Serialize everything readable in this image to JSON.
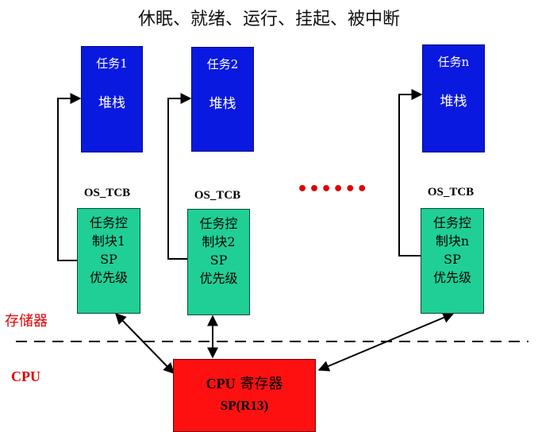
{
  "title": "休眠、就绪、运行、挂起、被中断",
  "tasks": [
    {
      "name": "任务1",
      "stack": "堆栈"
    },
    {
      "name": "任务2",
      "stack": "堆栈"
    },
    {
      "name": "任务n",
      "stack": "堆栈"
    }
  ],
  "tcb_label": "OS_TCB",
  "tcbs": [
    {
      "line1": "任务控",
      "line2": "制块1",
      "line3": "SP",
      "line4": "优先级"
    },
    {
      "line1": "任务控",
      "line2": "制块2",
      "line3": "SP",
      "line4": "优先级"
    },
    {
      "line1": "任务控",
      "line2": "制块n",
      "line3": "SP",
      "line4": "优先级"
    }
  ],
  "ellipsis": "••••••",
  "memory_label": "存储器",
  "cpu_label": "CPU",
  "cpu_box": {
    "prefix": "CPU",
    "name": "寄存器",
    "register": "SP(R13)"
  },
  "colors": {
    "task_fill": "#0a19e0",
    "tcb_fill": "#1fcf96",
    "cpu_fill": "#ff1010",
    "accent_red": "#e00000"
  }
}
